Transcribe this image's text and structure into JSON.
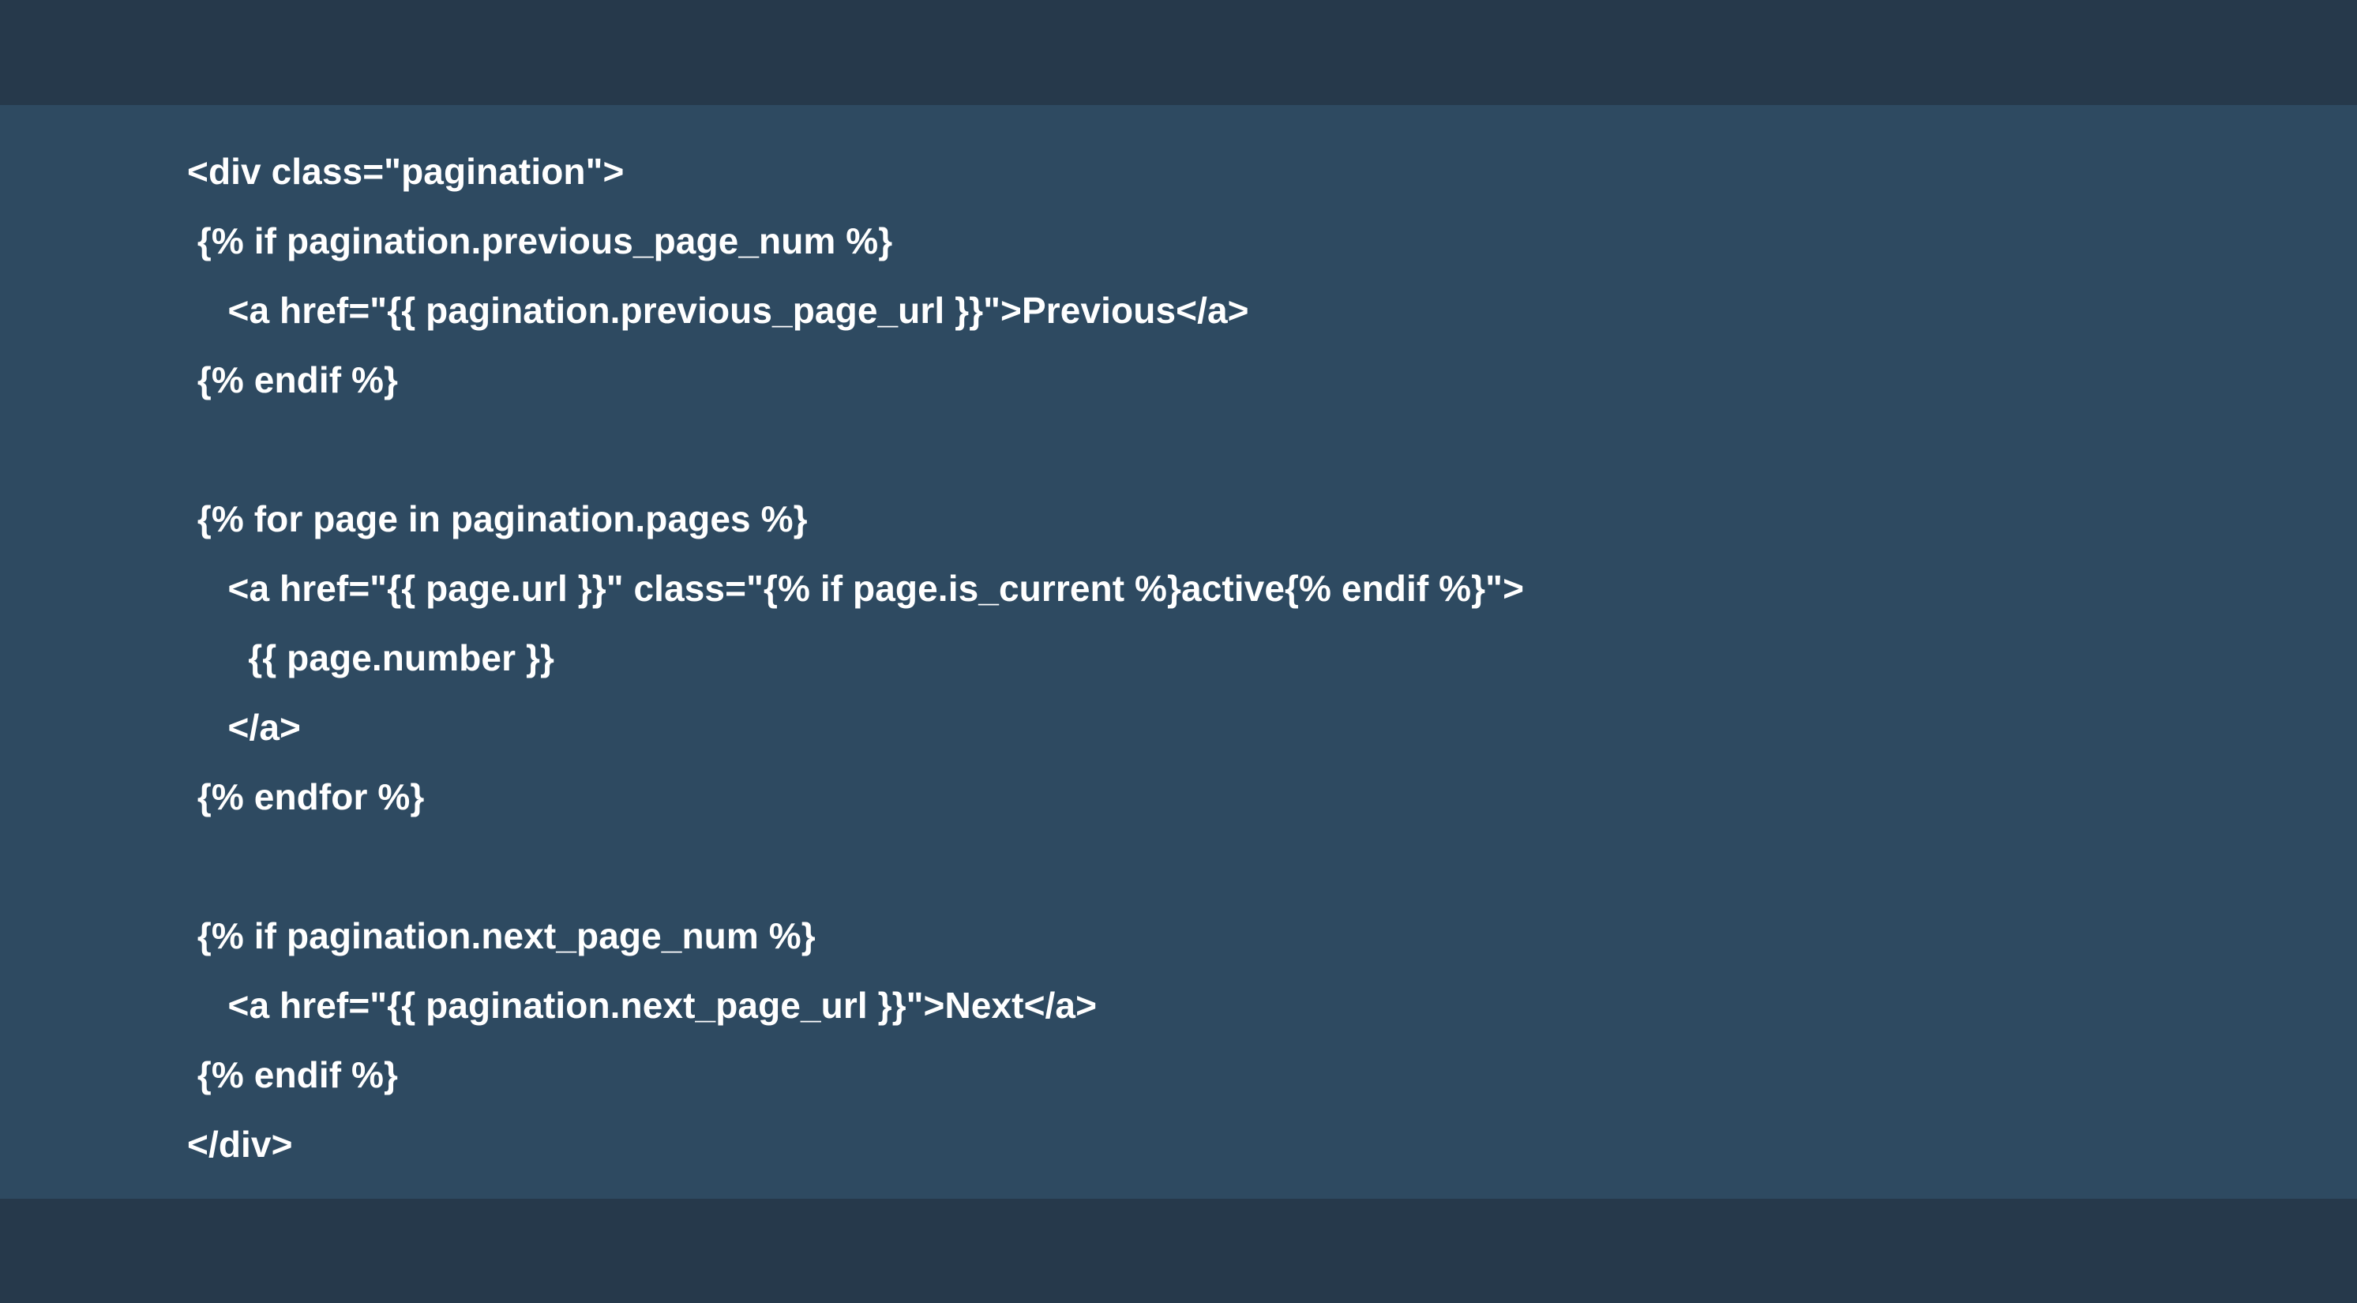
{
  "document": {
    "type": "code-snippet",
    "language": "django-template",
    "colors": {
      "page_background": "#26394b",
      "code_panel_background": "#2e4a61",
      "code_text": "#ffffff"
    },
    "code": {
      "lines": [
        "<div class=\"pagination\">",
        " {% if pagination.previous_page_num %}",
        "    <a href=\"{{ pagination.previous_page_url }}\">Previous</a>",
        " {% endif %}",
        "",
        " {% for page in pagination.pages %}",
        "    <a href=\"{{ page.url }}\" class=\"{% if page.is_current %}active{% endif %}\">",
        "      {{ page.number }}",
        "    </a>",
        " {% endfor %}",
        "",
        " {% if pagination.next_page_num %}",
        "    <a href=\"{{ pagination.next_page_url }}\">Next</a>",
        " {% endif %}",
        "</div>"
      ]
    }
  }
}
